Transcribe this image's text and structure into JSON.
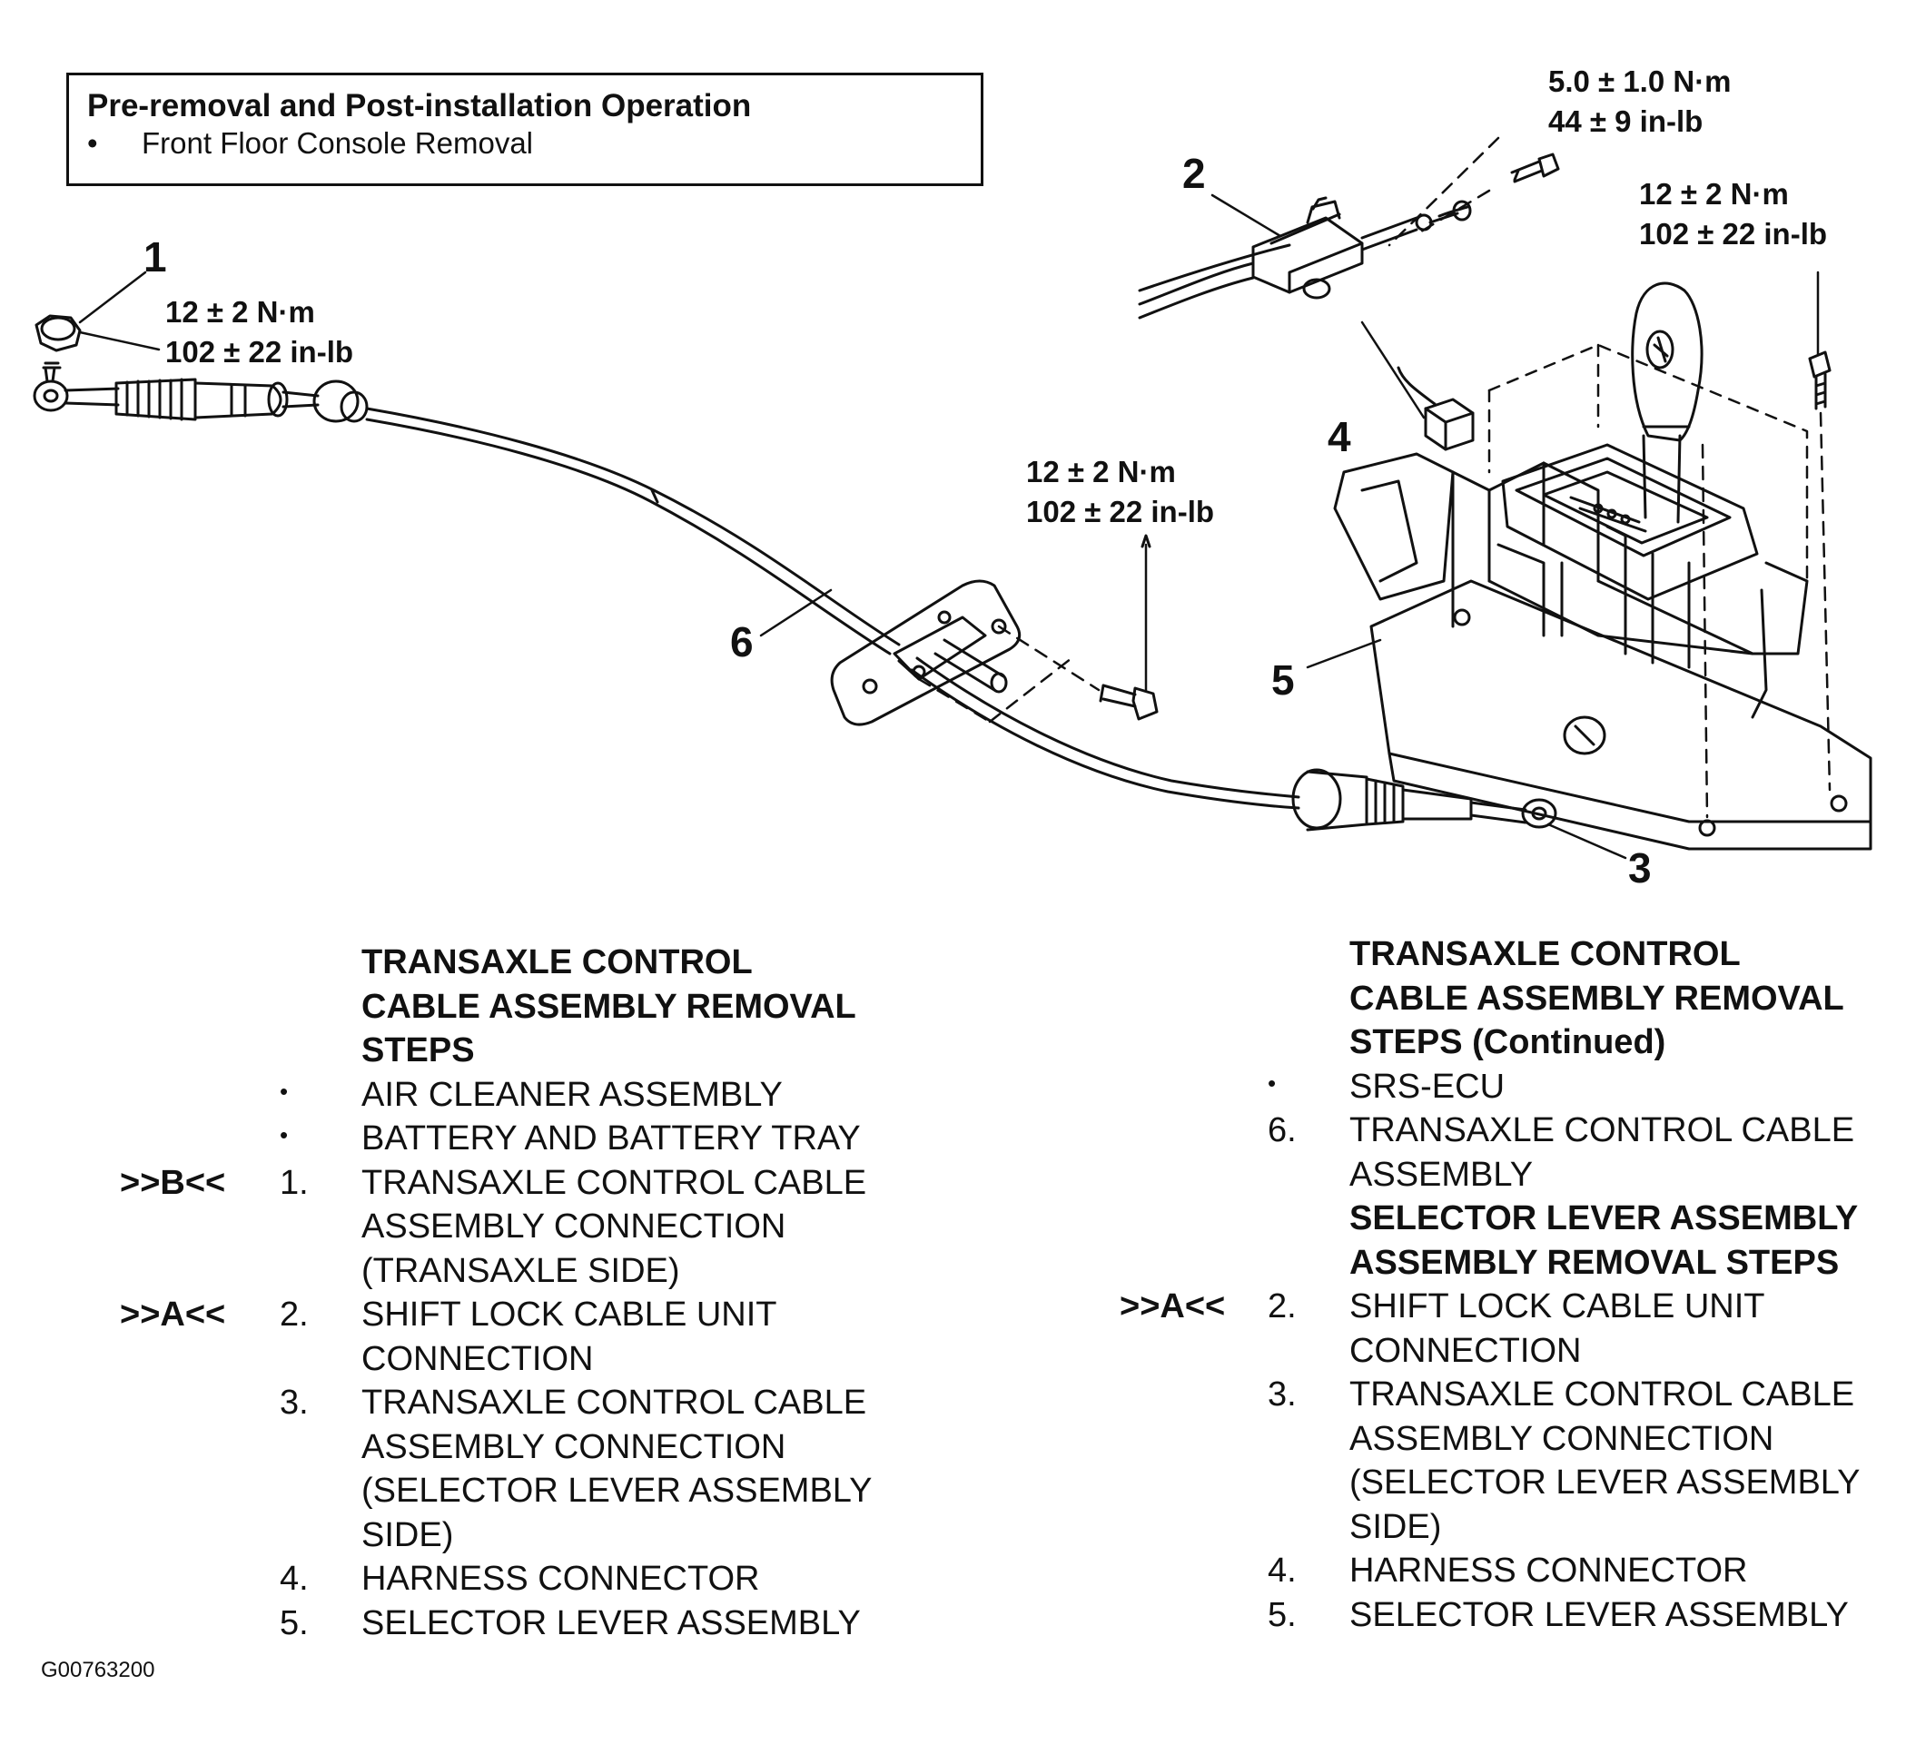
{
  "pre_removal": {
    "title": "Pre-removal and Post-installation Operation",
    "items": [
      "Front Floor Console Removal"
    ]
  },
  "callouts": {
    "c1": "1",
    "c2": "2",
    "c3": "3",
    "c4": "4",
    "c5": "5",
    "c6": "6"
  },
  "torque_specs": {
    "nut_1": {
      "metric": "12 ± 2 N·m",
      "imperial": "102 ± 22 in-lb"
    },
    "bolt_2": {
      "metric": "5.0 ± 1.0 N·m",
      "imperial": "44 ± 9 in-lb"
    },
    "bolt_lever": {
      "metric": "12 ± 2 N·m",
      "imperial": "102 ± 22 in-lb"
    },
    "bolt_bracket": {
      "metric": "12 ± 2 N·m",
      "imperial": "102 ± 22 in-lb"
    }
  },
  "left_steps": {
    "heading": [
      "TRANSAXLE CONTROL",
      "CABLE ASSEMBLY REMOVAL",
      "STEPS"
    ],
    "items": [
      {
        "ref": "",
        "mark": "•",
        "text": [
          "AIR CLEANER ASSEMBLY"
        ]
      },
      {
        "ref": "",
        "mark": "•",
        "text": [
          "BATTERY AND BATTERY TRAY"
        ]
      },
      {
        "ref": ">>B<<",
        "mark": "1.",
        "text": [
          "TRANSAXLE CONTROL CABLE",
          "ASSEMBLY CONNECTION",
          "(TRANSAXLE SIDE)"
        ]
      },
      {
        "ref": ">>A<<",
        "mark": "2.",
        "text": [
          "SHIFT LOCK CABLE UNIT",
          "CONNECTION"
        ]
      },
      {
        "ref": "",
        "mark": "3.",
        "text": [
          "TRANSAXLE CONTROL CABLE",
          "ASSEMBLY CONNECTION",
          "(SELECTOR LEVER ASSEMBLY",
          "SIDE)"
        ]
      },
      {
        "ref": "",
        "mark": "4.",
        "text": [
          "HARNESS CONNECTOR"
        ]
      },
      {
        "ref": "",
        "mark": "5.",
        "text": [
          "SELECTOR LEVER ASSEMBLY"
        ]
      }
    ]
  },
  "right_steps": {
    "heading": [
      "TRANSAXLE CONTROL",
      "CABLE ASSEMBLY REMOVAL",
      "STEPS (Continued)"
    ],
    "items_a": [
      {
        "ref": "",
        "mark": "•",
        "text": [
          "SRS-ECU"
        ]
      },
      {
        "ref": "",
        "mark": "6.",
        "text": [
          "TRANSAXLE CONTROL CABLE",
          "ASSEMBLY"
        ]
      }
    ],
    "heading2": [
      "SELECTOR LEVER ASSEMBLY",
      "ASSEMBLY REMOVAL STEPS"
    ],
    "items_b": [
      {
        "ref": ">>A<<",
        "mark": "2.",
        "text": [
          "SHIFT LOCK CABLE UNIT",
          "CONNECTION"
        ]
      },
      {
        "ref": "",
        "mark": "3.",
        "text": [
          "TRANSAXLE CONTROL CABLE",
          "ASSEMBLY CONNECTION",
          "(SELECTOR LEVER ASSEMBLY",
          "SIDE)"
        ]
      },
      {
        "ref": "",
        "mark": "4.",
        "text": [
          "HARNESS CONNECTOR"
        ]
      },
      {
        "ref": "",
        "mark": "5.",
        "text": [
          "SELECTOR LEVER ASSEMBLY"
        ]
      }
    ]
  },
  "figure_id": "G00763200"
}
